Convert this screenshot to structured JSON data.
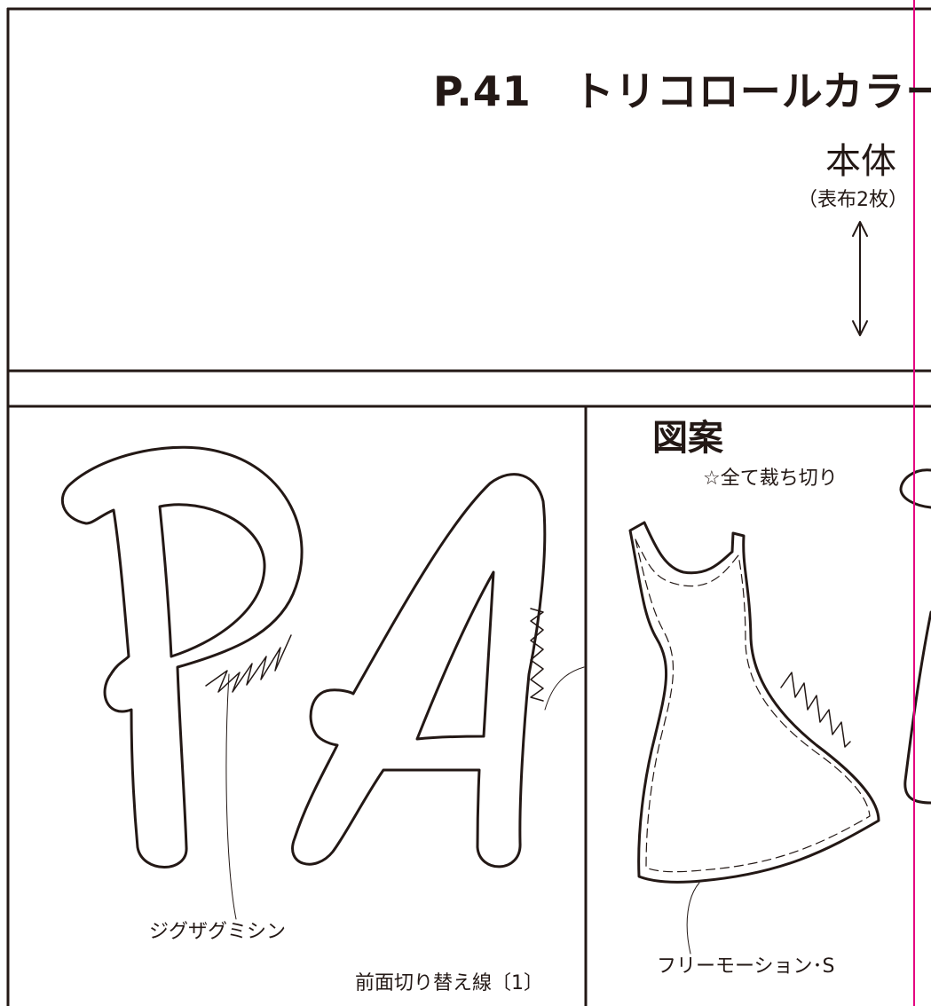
{
  "page": {
    "title": "P.41　トリコロールカラー",
    "body_label": "本体",
    "body_sub": "（表布2枚）",
    "pattern_heading": "図案",
    "cut_note": "☆全て裁ち切り"
  },
  "annotations": {
    "zigzag": "ジグザグミシン",
    "front_switch": "前面切り替え線〔1〕",
    "free_motion": "フリーモーション･S"
  },
  "colors": {
    "line": "#231815",
    "crop_mark": "#e4007f",
    "background": "#ffffff"
  }
}
